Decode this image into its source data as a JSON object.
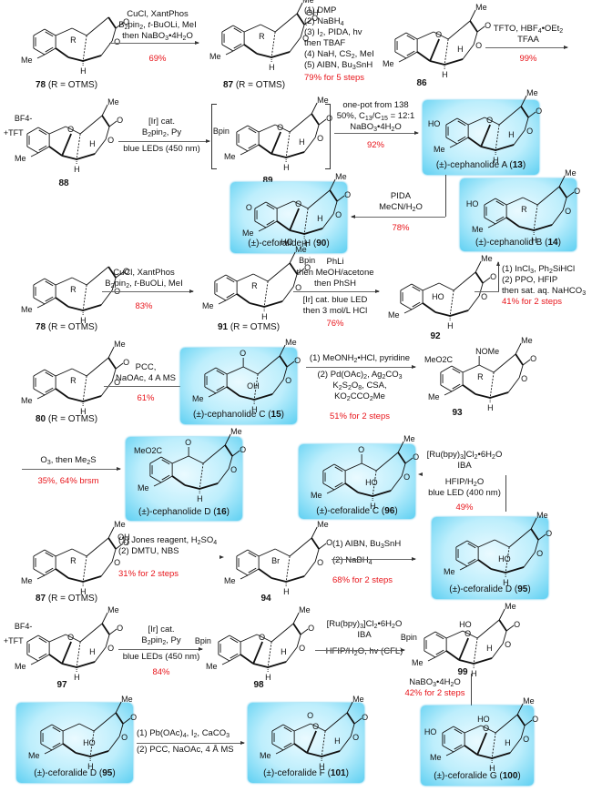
{
  "compounds": {
    "c78a": {
      "number": "78",
      "suffix": " (R = OTMS)"
    },
    "c87a": {
      "number": "87",
      "suffix": " (R = OTMS)"
    },
    "c86": {
      "number": "86",
      "suffix": ""
    },
    "c88": {
      "number": "88",
      "suffix": "",
      "counterion": "BF4-",
      "group": "+TFT"
    },
    "c89": {
      "number": "89",
      "suffix": ""
    },
    "c13": {
      "prefix": "(±)-cephanolide A (",
      "number": "13",
      "suffix": ")"
    },
    "c90": {
      "prefix": "(±)-ceforalide H (",
      "number": "90",
      "suffix": ")"
    },
    "c14": {
      "prefix": "(±)-cephanolid B (",
      "number": "14",
      "suffix": ")"
    },
    "c78b": {
      "number": "78",
      "suffix": " (R = OTMS)"
    },
    "c91": {
      "number": "91",
      "suffix": " (R = OTMS)"
    },
    "c92": {
      "number": "92",
      "suffix": ""
    },
    "c80": {
      "number": "80",
      "suffix": " (R = OTMS)"
    },
    "c15": {
      "prefix": "(±)-cephanolide C (",
      "number": "15",
      "suffix": ")"
    },
    "c93": {
      "number": "93",
      "suffix": ""
    },
    "c16": {
      "prefix": "(±)-cephanolide D (",
      "number": "16",
      "suffix": ")"
    },
    "c96": {
      "prefix": "(±)-ceforalide C (",
      "number": "96",
      "suffix": ")"
    },
    "c87b": {
      "number": "87",
      "suffix": " (R = OTMS)"
    },
    "c94": {
      "number": "94",
      "suffix": ""
    },
    "c95a": {
      "prefix": "(±)-ceforalide D (",
      "number": "95",
      "suffix": ")"
    },
    "c97": {
      "number": "97",
      "suffix": ""
    },
    "c98": {
      "number": "98",
      "suffix": ""
    },
    "c99": {
      "number": "99",
      "suffix": ""
    },
    "c95b": {
      "prefix": "(±)-ceforalide D (",
      "number": "95",
      "suffix": ")"
    },
    "c101": {
      "prefix": "(±)-ceforalide F (",
      "number": "101",
      "suffix": ")"
    },
    "c100": {
      "prefix": "(±)-ceforalide G (",
      "number": "100",
      "suffix": ")"
    }
  },
  "atoms": {
    "Me": "Me",
    "H": "H",
    "O": "O",
    "R": "R",
    "OH": "OH",
    "HO": "HO",
    "Bpin": "Bpin",
    "Br": "Br",
    "MeO2C": "MeO2C",
    "NOMe": "NOMe",
    "TFT": "+TFT",
    "BF4": "BF4-"
  },
  "steps": {
    "s1": {
      "lines": [
        "CuCl, XantPhos",
        "B2pin2, t-BuOLi, MeI",
        "then NaBO3•4H2O"
      ],
      "yield": "69%"
    },
    "s2": {
      "lines": [
        "(1) DMP",
        "(2) NaBH4",
        "(3) I2, PIDA, hv",
        "then TBAF",
        "(4) NaH, CS2, MeI",
        "(5) AIBN, Bu3SnH"
      ],
      "yield": "79% for 5 steps"
    },
    "s3": {
      "lines": [
        "TFTO, HBF4•OEt2",
        "TFAA"
      ],
      "yield": "99%"
    },
    "s4": {
      "lines": [
        "[Ir] cat.",
        "B2pin2, Py",
        "blue LEDs (450 nm)"
      ],
      "yield": ""
    },
    "s5": {
      "lines": [
        "one-pot from 138",
        "50%, C13/C15 = 12:1",
        "NaBO3•4H2O"
      ],
      "yield": "92%"
    },
    "s6": {
      "lines": [
        "PIDA",
        "MeCN/H2O"
      ],
      "yield": "78%"
    },
    "s7": {
      "lines": [
        "CuCl, XantPhos",
        "B2pin2, t-BuOLi, MeI"
      ],
      "yield": "83%"
    },
    "s8": {
      "lines": [
        "PhLi",
        "then MeOH/acetone",
        "then PhSH",
        "[Ir] cat. blue LED",
        "then 3 mol/L HCl"
      ],
      "yield": "76%"
    },
    "s9": {
      "lines": [
        "(1) InCl3, Ph2SiHCl",
        "(2) PPO, HFIP",
        "then sat. aq. NaHCO3"
      ],
      "yield": "41% for 2 steps"
    },
    "s10": {
      "lines": [
        "PCC,",
        "NaOAc, 4 A MS"
      ],
      "yield": "61%"
    },
    "s11": {
      "lines": [
        "(1) MeONH2•HCl, pyridine",
        "(2) Pd(OAc)2, Ag2CO3",
        "K2S2O8, CSA,",
        "KO2CCO2Me"
      ],
      "yield": "51% for 2 steps"
    },
    "s12": {
      "lines": [
        "O3, then Me2S"
      ],
      "yield": "35%, 64% brsm"
    },
    "s13": {
      "lines": [
        "[Ru(bpy)3]Cl2•6H2O",
        "IBA",
        "HFIP/H2O",
        "blue LED (400 nm)"
      ],
      "yield": "49%"
    },
    "s14": {
      "lines": [
        "(1) Jones reagent, H2SO4",
        "(2) DMTU, NBS"
      ],
      "yield": "31% for 2 steps"
    },
    "s15": {
      "lines": [
        "(1) AIBN, Bu3SnH",
        "(2) NaBH4"
      ],
      "yield": "68% for 2 steps"
    },
    "s16": {
      "lines": [
        "[Ir] cat.",
        "B2pin2, Py",
        "blue LEDs (450 nm)"
      ],
      "yield": "84%"
    },
    "s17": {
      "lines": [
        "[Ru(bpy)3]Cl2•6H2O",
        "IBA",
        "HFIP/H2O, hv (CFL)"
      ],
      "yield": ""
    },
    "s18": {
      "lines": [
        "NaBO3•4H2O"
      ],
      "yield": "42% for 2 steps"
    },
    "s19": {
      "lines": [
        "(1) Pb(OAc)4, I2, CaCO3",
        "(2) PCC, NaOAc, 4 Å MS"
      ],
      "yield": ""
    }
  },
  "colors": {
    "yield": "#e8151b",
    "box_center": "#eafaff",
    "box_edge": "#5fd0f2",
    "bond": "#111111"
  }
}
